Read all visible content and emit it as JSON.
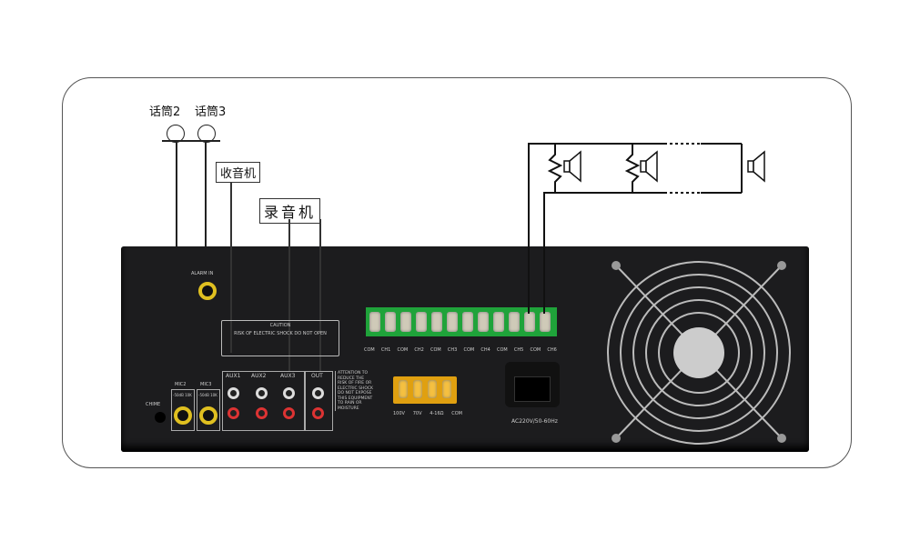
{
  "labels": {
    "mic2": "话筒2",
    "mic3": "话筒3",
    "radio": "收音机",
    "recorder": "录音机"
  },
  "panel": {
    "alarm_in": "ALARM IN",
    "chime": "CHIME",
    "mic2": "MIC2",
    "mic3": "MIC3",
    "mic_spec": "-50dB 10K",
    "caution_title": "CAUTION",
    "caution_text": "RISK OF ELECTRIC SHOCK DO NOT OPEN",
    "aux": [
      "AUX1",
      "AUX2",
      "AUX3",
      "OUT"
    ],
    "warning": "ATTENTION TO REDUCE THE RISK OF FIRE OR ELECTRIC SHOCK DO NOT EXPOSE THIS EQUIPMENT TO RAIN OR MOISTURE",
    "channels": [
      "COM",
      "CH1",
      "COM",
      "CH2",
      "COM",
      "CH3",
      "COM",
      "CH4",
      "COM",
      "CH5",
      "COM",
      "CH6"
    ],
    "outputs": [
      "100V",
      "70V",
      "4-16Ω",
      "COM"
    ],
    "power": "AC220V/50-60Hz"
  },
  "colors": {
    "terminal_green": "#1fa33a",
    "output_amber": "#e0a010",
    "device": "#1c1c1e"
  }
}
